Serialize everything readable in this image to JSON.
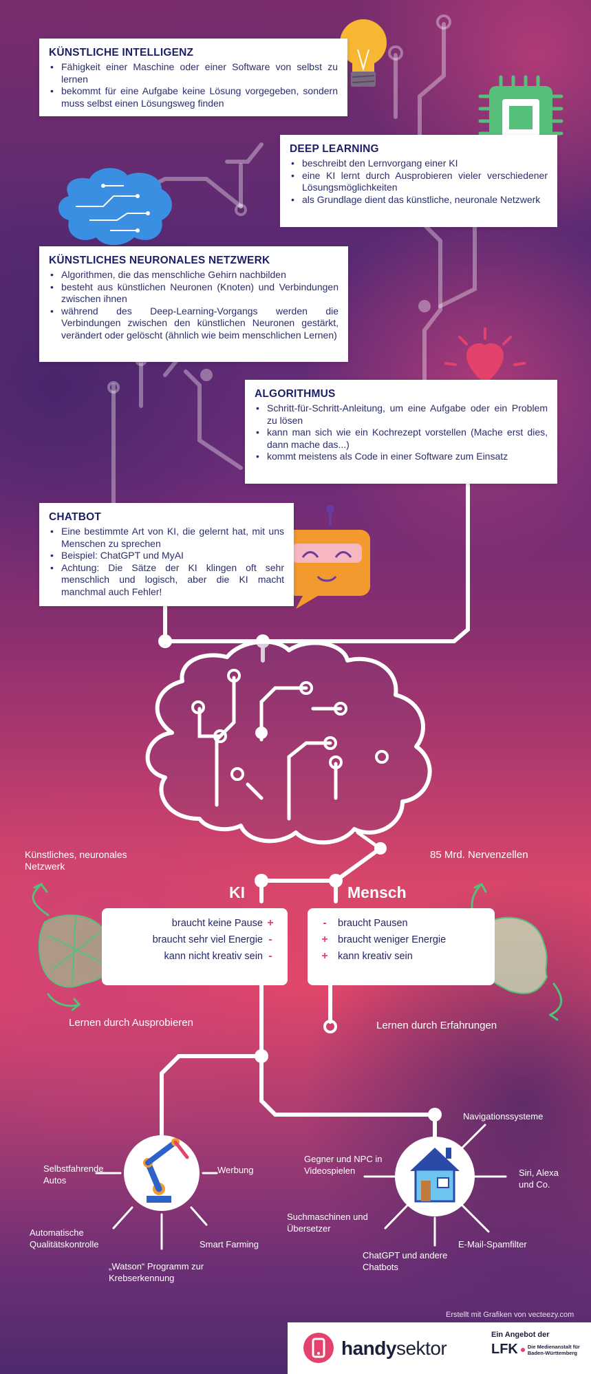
{
  "sections": {
    "ki": {
      "title": "KÜNSTLICHE INTELLIGENZ",
      "items": [
        "Fähigkeit einer Maschine oder einer Software von selbst zu lernen",
        "bekommt für eine Aufgabe keine Lösung vorgegeben, sondern muss selbst einen Lösungsweg finden"
      ]
    },
    "dl": {
      "title": "DEEP LEARNING",
      "items": [
        "beschreibt den Lernvorgang einer KI",
        "eine KI lernt durch Ausprobieren vieler verschiedener Lösungsmöglichkeiten",
        "als Grundlage dient das künstliche, neuronale Netzwerk"
      ]
    },
    "knn": {
      "title": "KÜNSTLICHES NEURONALES NETZWERK",
      "items": [
        "Algorithmen, die das menschliche Gehirn nachbilden",
        "besteht aus künstlichen Neuronen (Knoten) und Verbindungen zwischen ihnen",
        "während des Deep-Learning-Vorgangs werden die Verbindungen zwischen den künstlichen Neuronen gestärkt, verändert oder gelöscht (ähnlich wie beim menschlichen Lernen)"
      ]
    },
    "algo": {
      "title": "ALGORITHMUS",
      "items": [
        "Schritt-für-Schritt-Anleitung, um eine Aufgabe oder ein Problem zu lösen",
        "kann man sich wie ein Kochrezept vorstellen (Mache erst dies, dann mache das...)",
        "kommt meistens als Code in einer Software zum Einsatz"
      ]
    },
    "chatbot": {
      "title": "CHATBOT",
      "items": [
        "Eine bestimmte Art von KI, die gelernt hat, mit uns Menschen zu sprechen",
        "Beispiel: ChatGPT und MyAI",
        "Achtung: Die Sätze der KI klingen oft sehr menschlich und logisch, aber die KI macht manchmal auch Fehler!"
      ]
    }
  },
  "compare": {
    "left_note": "Künstliches, neuronales Netzwerk",
    "right_note": "85 Mrd. Nervenzellen",
    "ki_title": "KI",
    "mensch_title": "Mensch",
    "ki_rows": [
      {
        "text": "braucht keine Pause",
        "sign": "+"
      },
      {
        "text": "braucht sehr viel Energie",
        "sign": "-"
      },
      {
        "text": "kann nicht kreativ sein",
        "sign": "-"
      }
    ],
    "mensch_rows": [
      {
        "text": "braucht Pausen",
        "sign": "-"
      },
      {
        "text": "braucht weniger Energie",
        "sign": "+"
      },
      {
        "text": "kann kreativ sein",
        "sign": "+"
      }
    ],
    "ki_learn": "Lernen durch Ausprobieren",
    "mensch_learn": "Lernen durch Erfahrungen"
  },
  "uses_left": {
    "a": "Selbstfahrende Autos",
    "b": "Werbung",
    "c": "Automatische Qualitätskontrolle",
    "d": "Smart Farming",
    "e": "„Watson“ Programm zur Krebserkennung"
  },
  "uses_right": {
    "a": "Navigationssysteme",
    "b": "Gegner und NPC in Videospielen",
    "c": "Siri, Alexa und Co.",
    "d": "Suchmaschinen und Übersetzer",
    "e": "E-Mail-Spamfilter",
    "f": "ChatGPT und andere Chatbots"
  },
  "credit": "Erstellt mit Grafiken von vecteezy.com",
  "footer": {
    "logo_bold": "handy",
    "logo_rest": "sektor",
    "offer": "Ein Angebot der",
    "lfk": "LFK",
    "lfk_sub1": "Die Medienanstalt für",
    "lfk_sub2": "Baden-Württemberg"
  },
  "colors": {
    "accent": "#e2426b",
    "navy": "#1c1f66",
    "green": "#56c07a",
    "bulb": "#f7b733"
  }
}
